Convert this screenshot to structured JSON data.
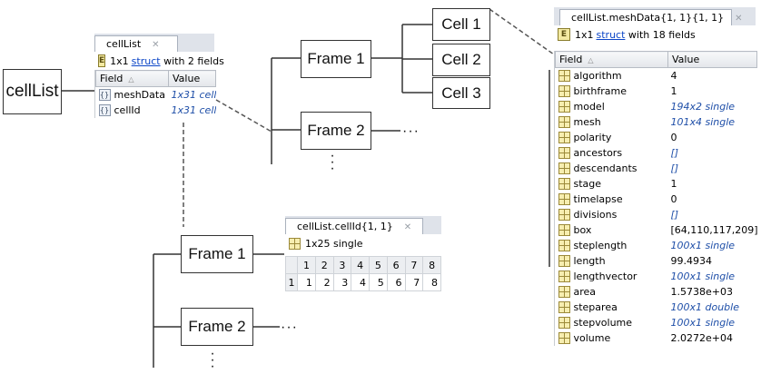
{
  "diagram": {
    "root": "cellList",
    "top_frames": [
      "Frame 1",
      "Frame 2"
    ],
    "cells": [
      "Cell 1",
      "Cell 2",
      "Cell 3"
    ],
    "bottom_frames": [
      "Frame 1",
      "Frame 2"
    ],
    "ellipsis_h": "···",
    "ellipsis_v": "·\n·\n·"
  },
  "panel_celllist": {
    "tab": "cellList",
    "size_text": "1x1",
    "struct_link": "struct",
    "suffix": "with 2 fields",
    "columns": [
      "Field",
      "Value"
    ],
    "rows": [
      {
        "field": "meshData",
        "value": "1x31 cell"
      },
      {
        "field": "cellId",
        "value": "1x31 cell"
      }
    ]
  },
  "panel_cellid": {
    "tab": "cellList.cellId{1, 1}",
    "info": "1x25 single",
    "col_headers": [
      "1",
      "2",
      "3",
      "4",
      "5",
      "6",
      "7",
      "8"
    ],
    "row_header": "1",
    "values": [
      "1",
      "2",
      "3",
      "4",
      "5",
      "6",
      "7",
      "8"
    ]
  },
  "panel_meshdata": {
    "tab": "cellList.meshData{1, 1}{1, 1}",
    "size_text": "1x1",
    "struct_link": "struct",
    "suffix": "with 18 fields",
    "columns": [
      "Field",
      "Value"
    ],
    "rows": [
      {
        "field": "algorithm",
        "value": "4",
        "italic": false
      },
      {
        "field": "birthframe",
        "value": "1",
        "italic": false
      },
      {
        "field": "model",
        "value": "194x2 single",
        "italic": true
      },
      {
        "field": "mesh",
        "value": "101x4 single",
        "italic": true
      },
      {
        "field": "polarity",
        "value": "0",
        "italic": false
      },
      {
        "field": "ancestors",
        "value": "[]",
        "italic": true
      },
      {
        "field": "descendants",
        "value": "[]",
        "italic": true
      },
      {
        "field": "stage",
        "value": "1",
        "italic": false
      },
      {
        "field": "timelapse",
        "value": "0",
        "italic": false
      },
      {
        "field": "divisions",
        "value": "[]",
        "italic": true
      },
      {
        "field": "box",
        "value": "[64,110,117,209]",
        "italic": false
      },
      {
        "field": "steplength",
        "value": "100x1 single",
        "italic": true
      },
      {
        "field": "length",
        "value": "99.4934",
        "italic": false
      },
      {
        "field": "lengthvector",
        "value": "100x1 single",
        "italic": true
      },
      {
        "field": "area",
        "value": "1.5738e+03",
        "italic": false
      },
      {
        "field": "steparea",
        "value": "100x1 double",
        "italic": true
      },
      {
        "field": "stepvolume",
        "value": "100x1 single",
        "italic": true
      },
      {
        "field": "volume",
        "value": "2.0272e+04",
        "italic": false
      }
    ]
  }
}
